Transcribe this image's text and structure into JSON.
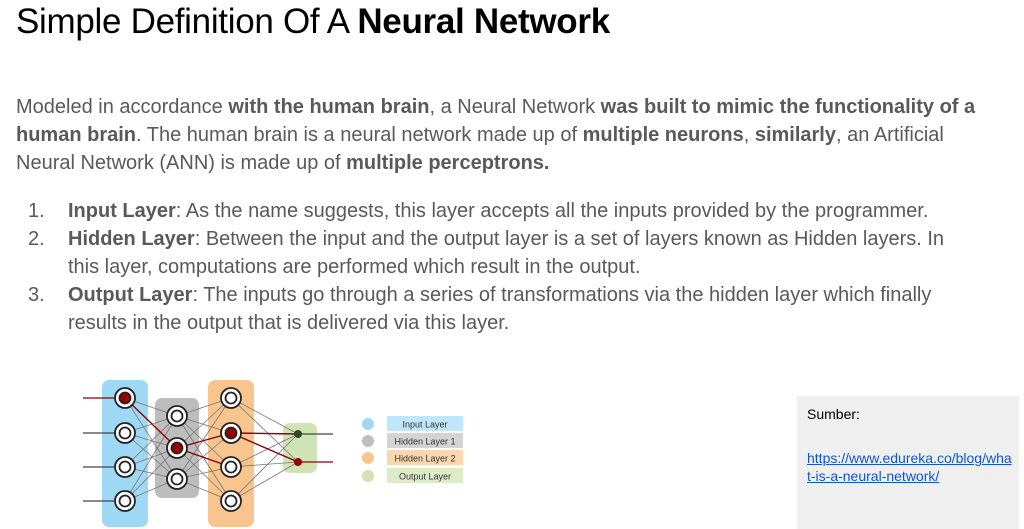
{
  "title": {
    "regular": "Simple Definition Of A ",
    "bold": "Neural Network"
  },
  "intro": [
    {
      "t": "Modeled in accordance ",
      "b": false
    },
    {
      "t": "with the human brain",
      "b": true
    },
    {
      "t": ", a Neural Network ",
      "b": false
    },
    {
      "t": "was built to mimic the functionality of a human brain",
      "b": true
    },
    {
      "t": ". The human brain is a neural network made up of ",
      "b": false
    },
    {
      "t": "multiple neurons",
      "b": true
    },
    {
      "t": ", ",
      "b": false
    },
    {
      "t": "similarly",
      "b": true
    },
    {
      "t": ", an Artificial Neural Network (ANN) is made up of ",
      "b": false
    },
    {
      "t": "multiple perceptrons.",
      "b": true
    }
  ],
  "list": [
    {
      "num": "1.",
      "term": "Input Layer",
      "text": ": As the name suggests, this layer accepts all the inputs provided by the programmer."
    },
    {
      "num": "2.",
      "term": "Hidden Layer",
      "text": ": Between the input and the output layer is a set of layers known as Hidden layers. In this layer, computations are performed which result in the output."
    },
    {
      "num": "3.",
      "term": "Output Layer",
      "text": ": The inputs go through a series of transformations via the hidden layer which finally results in the output that is delivered via this layer."
    }
  ],
  "legend": [
    {
      "label": "Input Layer",
      "color": "#9fd8f5",
      "bg": "#bfe6fa"
    },
    {
      "label": "Hidden Layer 1",
      "color": "#bdbdbd",
      "bg": "#d4d4d4"
    },
    {
      "label": "Hidden Layer 2",
      "color": "#f9c58e",
      "bg": "#fbd6ae"
    },
    {
      "label": "Output Layer",
      "color": "#cfe3b5",
      "bg": "#dcebc8"
    }
  ],
  "source": {
    "label": "Sumber:",
    "url": "https://www.edureka.co/blog/what-is-a-neural-network/"
  }
}
